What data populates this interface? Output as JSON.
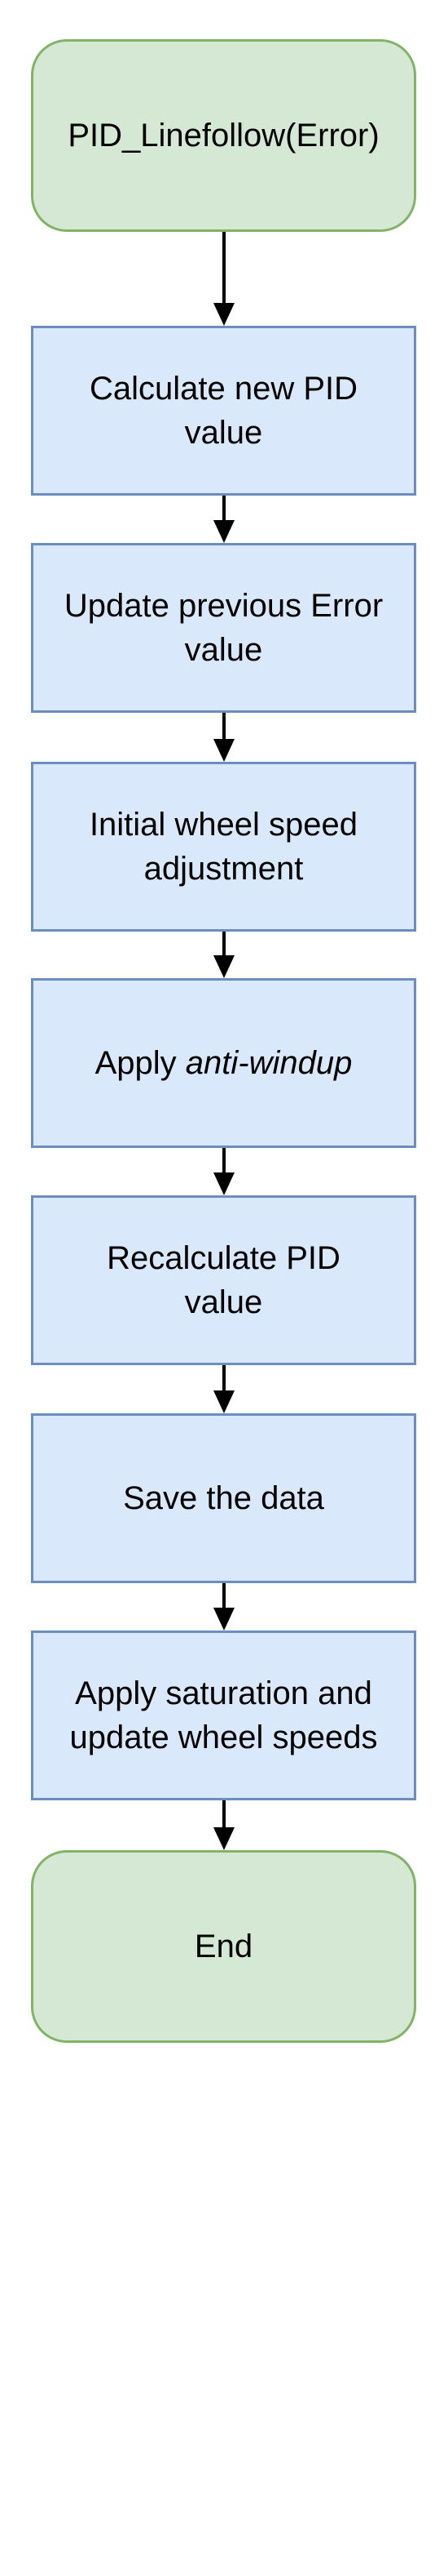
{
  "colors": {
    "terminal_fill": "#d5e8d4",
    "terminal_border": "#82b366",
    "process_fill": "#dae8fc",
    "process_border": "#6c8ebf",
    "arrow": "#000000"
  },
  "flowchart": {
    "nodes": [
      {
        "id": "start",
        "type": "terminal",
        "lines": [
          "PID_Linefollow(Error)"
        ]
      },
      {
        "id": "calc-pid",
        "type": "process",
        "lines": [
          "Calculate new PID",
          "value"
        ]
      },
      {
        "id": "update-error",
        "type": "process",
        "lines": [
          "Update previous Error",
          "value"
        ]
      },
      {
        "id": "initial-speed",
        "type": "process",
        "lines": [
          "Initial wheel speed",
          "adjustment"
        ]
      },
      {
        "id": "anti-windup",
        "type": "process",
        "prefix": "Apply ",
        "emphasis": "anti-windup"
      },
      {
        "id": "recalc-pid",
        "type": "process",
        "lines": [
          "Recalculate PID",
          "value"
        ]
      },
      {
        "id": "save-data",
        "type": "process",
        "lines": [
          "Save the data"
        ]
      },
      {
        "id": "saturation",
        "type": "process",
        "lines": [
          "Apply saturation and",
          "update wheel speeds"
        ]
      },
      {
        "id": "end",
        "type": "terminal",
        "lines": [
          "End"
        ]
      }
    ]
  }
}
